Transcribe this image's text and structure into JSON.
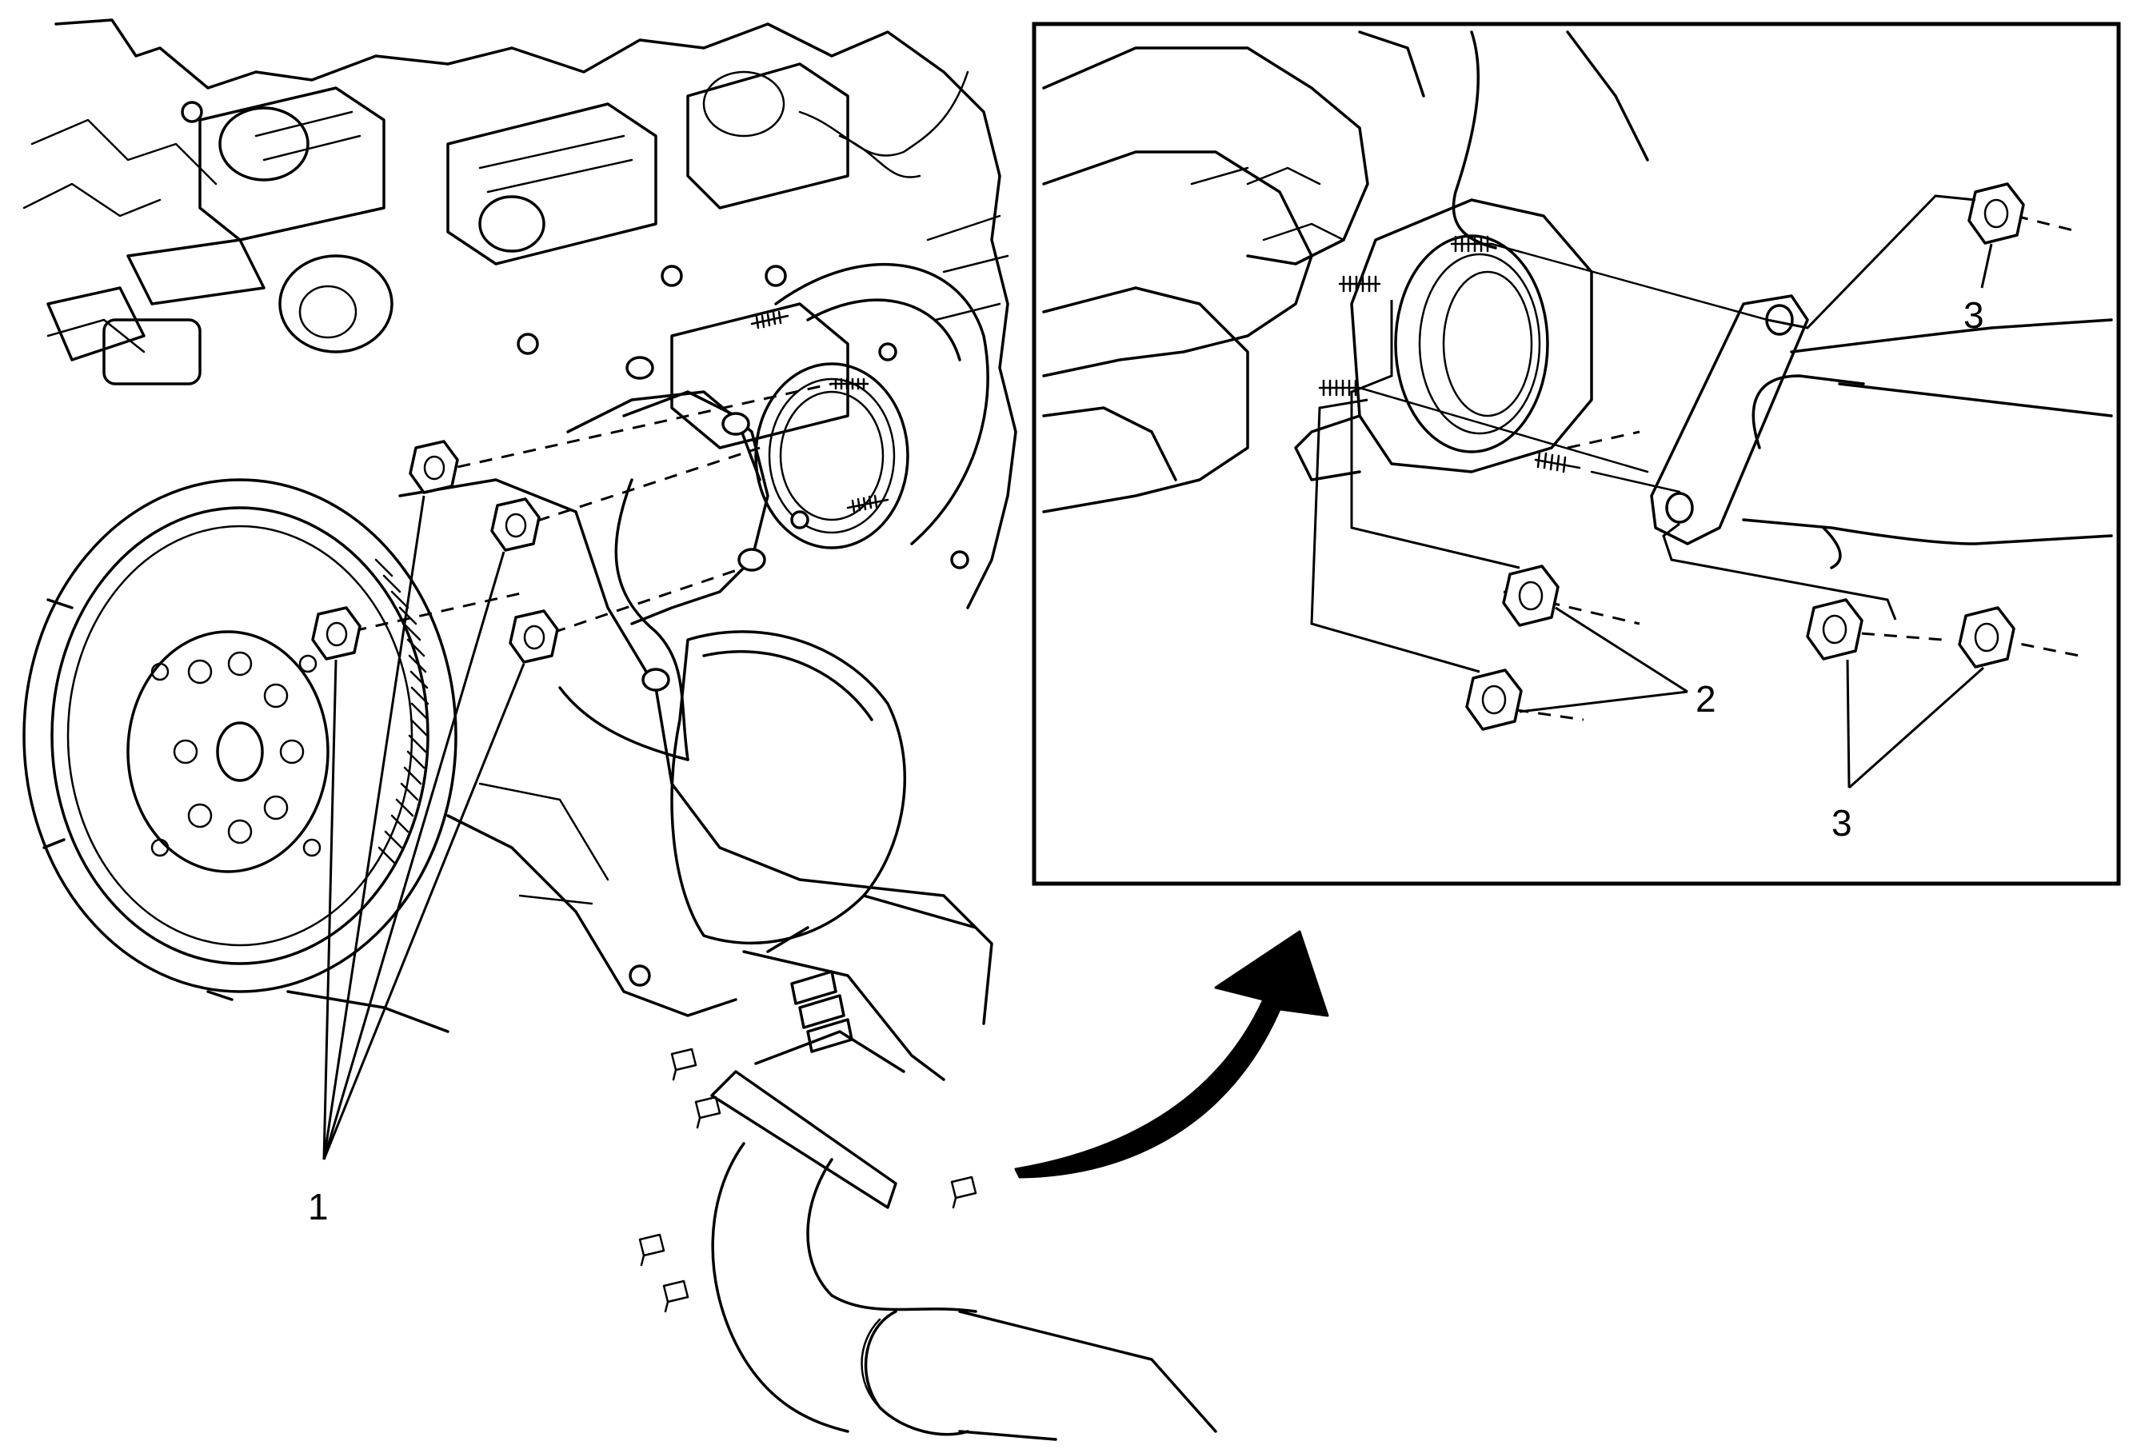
{
  "callouts": [
    {
      "id": "callout-1",
      "label": "1"
    },
    {
      "id": "callout-2",
      "label": "2"
    },
    {
      "id": "callout-3-top",
      "label": "3"
    },
    {
      "id": "callout-3-bottom",
      "label": "3"
    }
  ],
  "icons": {
    "zoom_arrow": "curved-arrow-icon",
    "nut": "flange-nut-icon",
    "stud": "threaded-stud-icon"
  },
  "colors": {
    "line": "#000000",
    "background": "#ffffff"
  }
}
